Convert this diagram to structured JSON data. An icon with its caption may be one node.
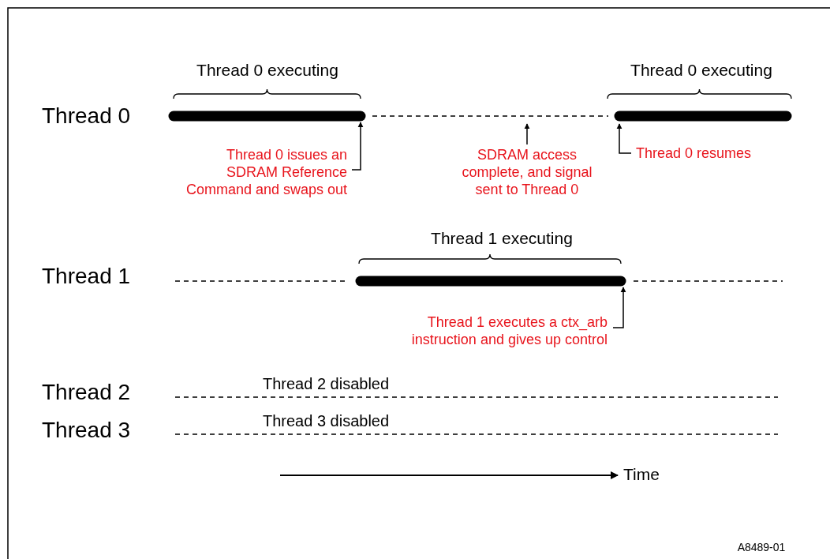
{
  "diagram": {
    "nodes": [
      {
        "text": [
          "Thread 0 issues an SDRAM Reference Command and swaps out"
        ]
      },
      {
        "text": [
          "SDRAM access complete, and signal sent to Thread 0"
        ]
      },
      {
        "text": [
          "Thread 0 resumes"
        ]
      },
      {
        "text": [
          "Thread 1 executes a ctx_arb instruction and gives up control"
        ]
      },
      {
        "text": [],
        "shape": "bar",
        "beside": [
          "Thread 0 executing"
        ]
      },
      {
        "text": [],
        "shape": "bar",
        "beside": [
          "Thread 0 executing"
        ]
      },
      {
        "text": [],
        "shape": "bar",
        "beside": [
          "Thread 1 executing"
        ]
      }
    ],
    "edges": [
      {
        "from": 0,
        "to": 4,
        "arrow": "to"
      },
      {
        "from": 1,
        "to": null,
        "arrow": "to"
      },
      {
        "from": 2,
        "to": 5,
        "arrow": "to"
      },
      {
        "from": 3,
        "to": 6,
        "arrow": "to"
      }
    ],
    "labels": [
      "Thread 0",
      "Thread 1",
      "Thread 2 disabled",
      "Thread 2",
      "Thread 3 disabled",
      "Thread 3",
      "Time",
      "A8489-01"
    ]
  }
}
